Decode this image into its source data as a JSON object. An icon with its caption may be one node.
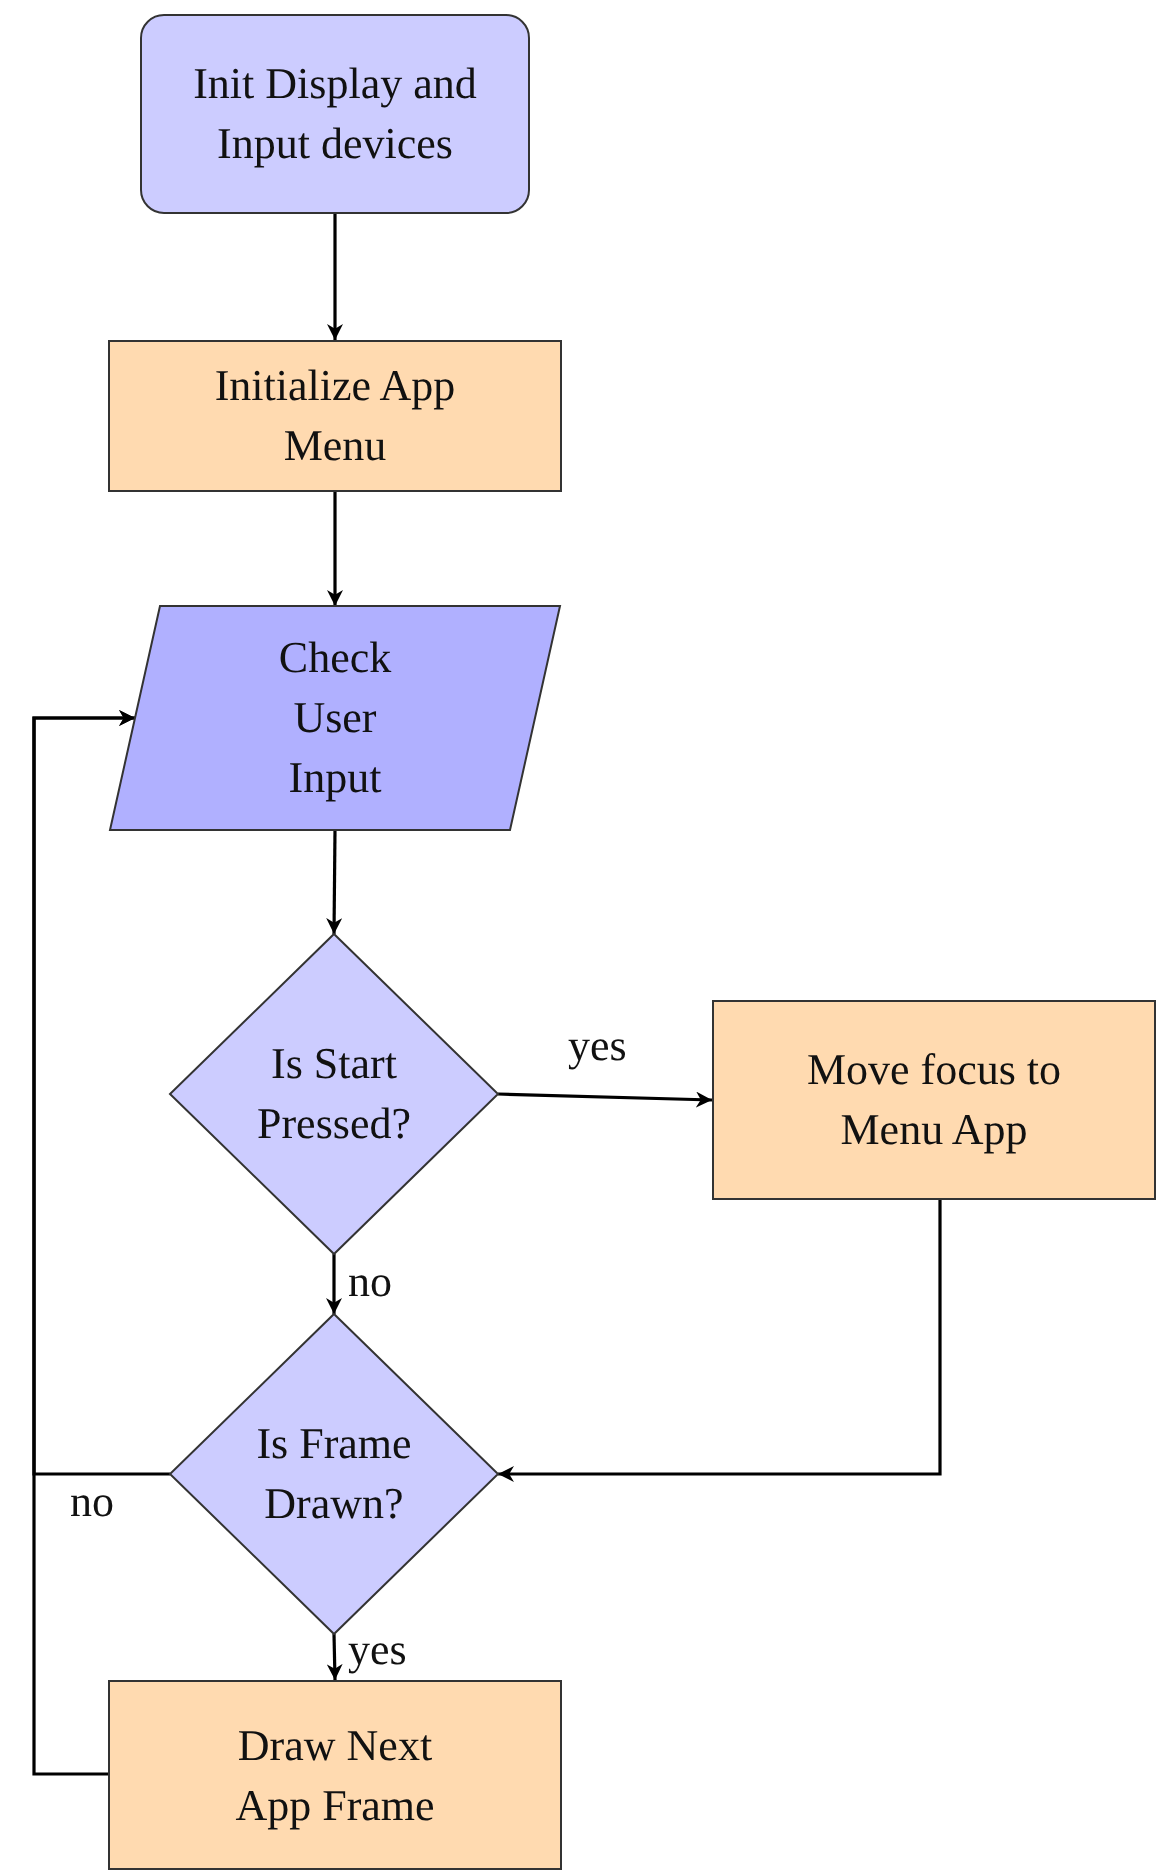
{
  "diagram": {
    "nodes": [
      {
        "text": [
          "Init Display and Input devices"
        ]
      },
      {
        "text": [
          "Initialize App Menu"
        ]
      },
      {
        "text": [
          "Check User Input"
        ]
      },
      {
        "text": [
          "Is Start Pressed?"
        ]
      },
      {
        "text": [
          "Move focus to Menu App"
        ]
      },
      {
        "text": [
          "Is Frame Drawn?"
        ]
      },
      {
        "text": [
          "Draw Next App Frame"
        ]
      }
    ],
    "edges": [
      {
        "from": 0,
        "to": 1,
        "arrow": "to"
      },
      {
        "from": 1,
        "to": 2,
        "arrow": "to"
      },
      {
        "from": 2,
        "to": 3,
        "arrow": "to"
      },
      {
        "from": 3,
        "to": 4,
        "arrow": "to",
        "label": "yes"
      },
      {
        "from": 4,
        "to": 5,
        "arrow": "to"
      },
      {
        "from": 3,
        "to": 5,
        "arrow": "to",
        "label": "no"
      },
      {
        "from": 5,
        "to": 6,
        "arrow": "to",
        "label": "yes"
      },
      {
        "from": 5,
        "to": 2,
        "arrow": "to",
        "label": "no"
      },
      {
        "from": 6,
        "to": 2,
        "arrow": "to"
      }
    ]
  }
}
